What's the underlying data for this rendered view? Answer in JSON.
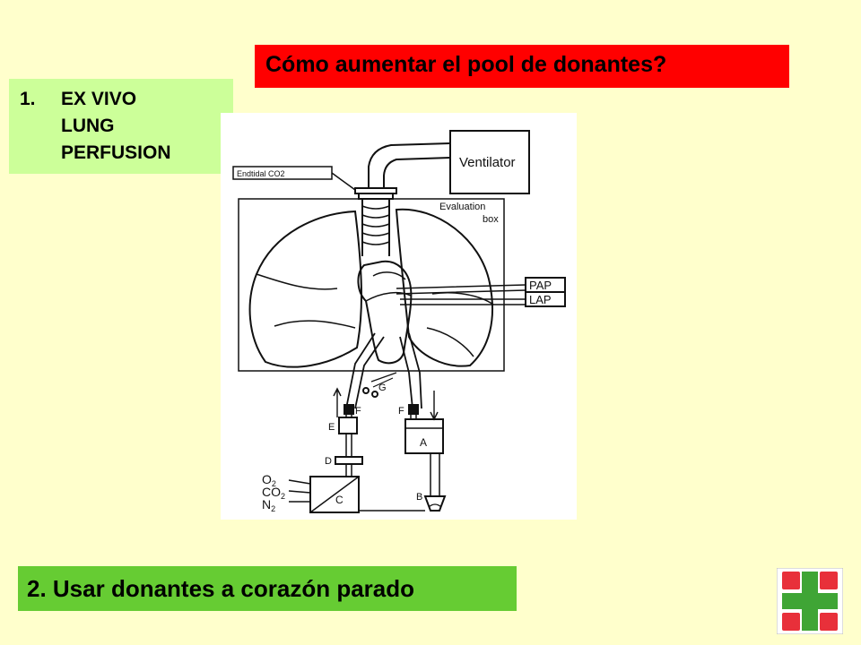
{
  "title": "Cómo aumentar el pool de donantes?",
  "item1": {
    "number": "1.",
    "lines": [
      "EX VIVO",
      "LUNG",
      "PERFUSION"
    ]
  },
  "item2": "2. Usar donantes a corazón parado",
  "diagram": {
    "labels": {
      "ventilator": "Ventilator",
      "endtidal": "Endtidal CO2",
      "evaluation_line1": "Evaluation",
      "evaluation_line2": "box",
      "pap": "PAP",
      "lap": "LAP",
      "g": "G",
      "f_left": "F",
      "f_right": "F",
      "e": "E",
      "a": "A",
      "d": "D",
      "c": "C",
      "b": "B",
      "o2": "O",
      "co2": "CO",
      "n2": "N",
      "sub2": "2"
    }
  },
  "colors": {
    "background": "#FFFFCC",
    "title_bg": "#FF0000",
    "item1_bg": "#CCFF99",
    "item2_bg": "#66CC33",
    "logo_red": "#E8303A",
    "logo_green": "#3FA535"
  },
  "logo": {
    "icon": "hospital-cross-logo"
  }
}
